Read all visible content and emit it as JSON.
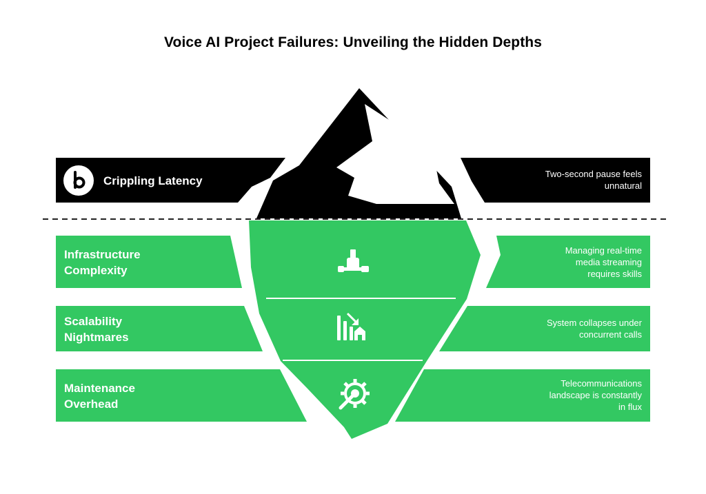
{
  "title": "Voice AI Project Failures: Unveiling the Hidden Depths",
  "colors": {
    "black": "#000000",
    "green": "#33c862",
    "white": "#ffffff",
    "waterline": "#222222"
  },
  "layers": [
    {
      "label": "Crippling Latency",
      "description": [
        "Two-second pause feels",
        "unnatural"
      ],
      "icon": "brand-logo-icon",
      "zone": "above-water"
    },
    {
      "label": [
        "Infrastructure",
        "Complexity"
      ],
      "description": [
        "Managing real-time",
        "media streaming",
        "requires skills"
      ],
      "icon": "pipe-network-icon",
      "zone": "below-water"
    },
    {
      "label": [
        "Scalability",
        "Nightmares"
      ],
      "description": [
        "System collapses under",
        "concurrent calls"
      ],
      "icon": "declining-bar-chart-icon",
      "zone": "below-water"
    },
    {
      "label": [
        "Maintenance",
        "Overhead"
      ],
      "description": [
        "Telecommunications",
        "landscape is constantly",
        "in flux"
      ],
      "icon": "gear-wrench-icon",
      "zone": "below-water"
    }
  ]
}
